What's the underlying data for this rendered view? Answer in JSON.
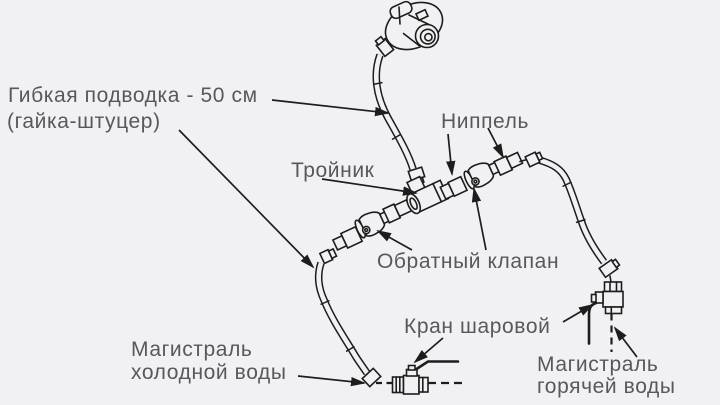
{
  "colors": {
    "background": "#f1f1f3",
    "drawing_line": "#1d1d1d",
    "label_text": "#58585c"
  },
  "labels": {
    "flexible_hose_line1": "Гибкая подводка - 50 см",
    "flexible_hose_line2": "(гайка-штуцер)",
    "nipple": "Ниппель",
    "tee": "Тройник",
    "check_valve": "Обратный клапан",
    "ball_valve": "Кран шаровой",
    "cold_main_line1": "Магистраль",
    "cold_main_line2": "холодной воды",
    "hot_main_line1": "Магистраль",
    "hot_main_line2": "горячей воды"
  }
}
